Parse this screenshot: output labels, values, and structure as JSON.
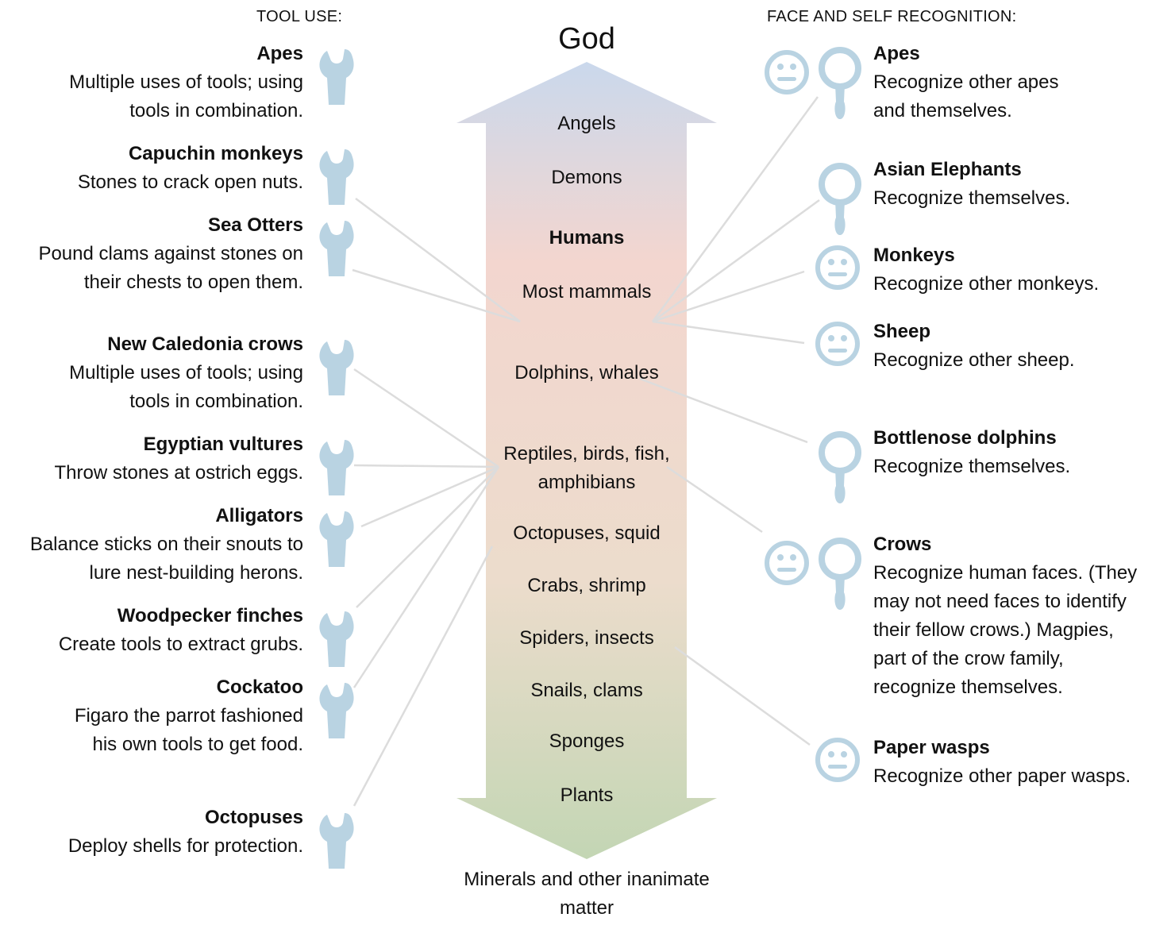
{
  "tool_use_header": "TOOL USE:",
  "face_header": "FACE AND SELF RECOGNITION:",
  "top_label": "God",
  "bottom_label": "Minerals and other inanimate matter",
  "levels": [
    "Angels",
    "Demons",
    "Humans",
    "Most mammals",
    "Dolphins, whales",
    "Reptiles, birds, fish, amphibians",
    "Octopuses, squid",
    "Crabs, shrimp",
    "Spiders, insects",
    "Snails, clams",
    "Sponges",
    "Plants"
  ],
  "colors": {
    "icon": "#b9d3e2",
    "arrow_top": "#cad8ec",
    "arrow_mid": "#f3d6cf",
    "arrow_bottom": "#c3d6b4",
    "line": "#dddddd"
  },
  "tool_use": [
    {
      "name": "Apes",
      "desc": "Multiple uses of tools; using tools in combination."
    },
    {
      "name": "Capuchin monkeys",
      "desc": "Stones to crack open nuts."
    },
    {
      "name": "Sea Otters",
      "desc": "Pound clams against stones on their chests to open them."
    },
    {
      "name": "New Caledonia crows",
      "desc": "Multiple uses of tools; using tools in combination."
    },
    {
      "name": "Egyptian vultures",
      "desc": "Throw stones at ostrich eggs."
    },
    {
      "name": "Alligators",
      "desc": "Balance sticks on their snouts to lure nest-building herons."
    },
    {
      "name": "Woodpecker finches",
      "desc": "Create tools to extract grubs."
    },
    {
      "name": "Cockatoo",
      "desc": "Figaro the parrot fashioned his own tools to get food."
    },
    {
      "name": "Octopuses",
      "desc": "Deploy shells for protection."
    }
  ],
  "recognition": [
    {
      "name": "Apes",
      "desc": "Recognize other apes and themselves.",
      "icons": [
        "face-icon",
        "mirror-icon"
      ]
    },
    {
      "name": "Asian Elephants",
      "desc": "Recognize themselves.",
      "icons": [
        "mirror-icon"
      ]
    },
    {
      "name": "Monkeys",
      "desc": "Recognize other monkeys.",
      "icons": [
        "face-icon"
      ]
    },
    {
      "name": "Sheep",
      "desc": "Recognize other sheep.",
      "icons": [
        "face-icon"
      ]
    },
    {
      "name": "Bottlenose dolphins",
      "desc": "Recognize themselves.",
      "icons": [
        "mirror-icon"
      ]
    },
    {
      "name": "Crows",
      "desc": "Recognize human faces. (They may not need faces to identify their fellow crows.) Magpies, part of the crow family, recognize themselves.",
      "icons": [
        "face-icon",
        "mirror-icon"
      ]
    },
    {
      "name": "Paper wasps",
      "desc": "Recognize other paper wasps.",
      "icons": [
        "face-icon"
      ]
    }
  ]
}
